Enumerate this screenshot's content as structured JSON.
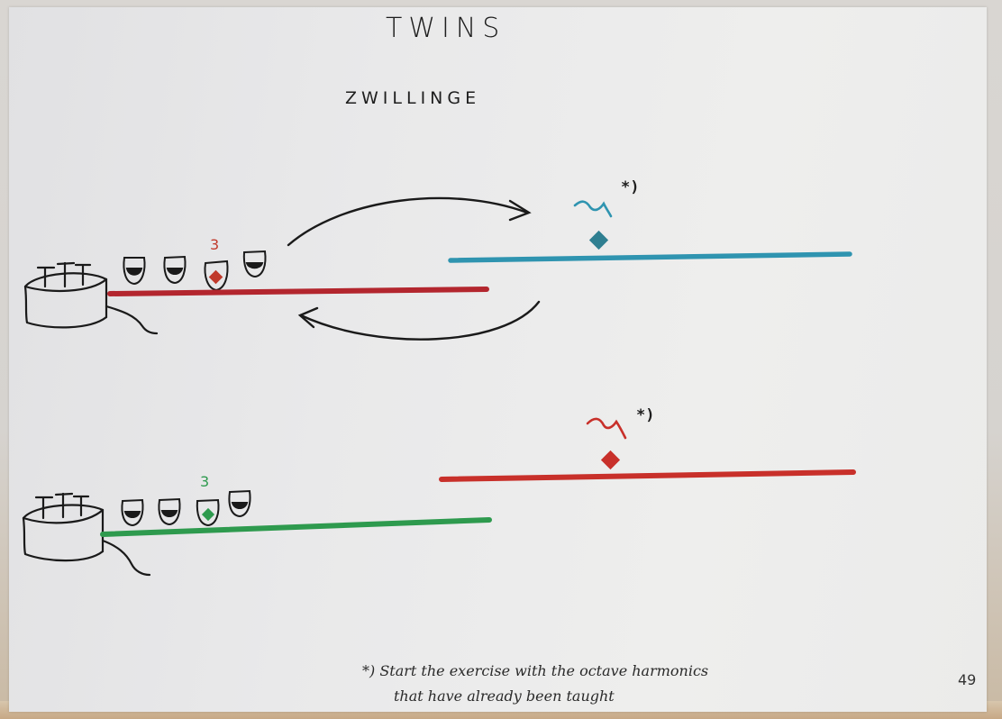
{
  "page": {
    "title": "TWINS",
    "subtitle": "ZWILLINGE",
    "page_number": "49"
  },
  "diagrams": [
    {
      "fret_number": "3",
      "fret_color": "#c0392b",
      "string_color": "#b3262e",
      "harmonic_color": "#2f94b0",
      "note_marker": "*)"
    },
    {
      "fret_number": "3",
      "fret_color": "#2e9a4e",
      "string_color": "#2e9a4e",
      "harmonic_color": "#c8302a",
      "note_marker": "*)"
    }
  ],
  "footnote": {
    "line1": "*) Start the exercise with the octave harmonics",
    "line2": "that have already been taught"
  }
}
